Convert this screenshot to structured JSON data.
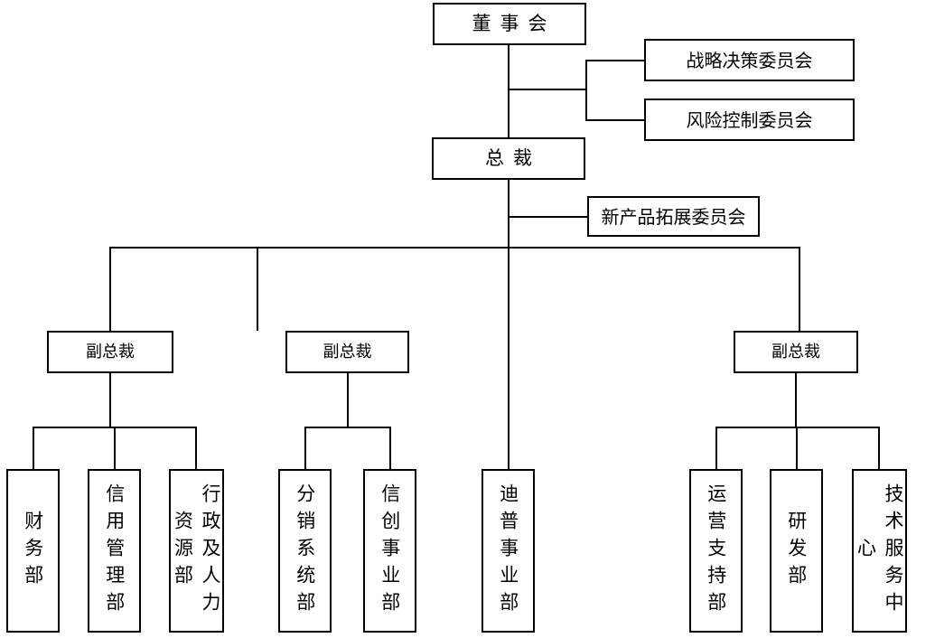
{
  "diagram": {
    "type": "organization-chart",
    "orientation": "top-down",
    "language": "zh-CN",
    "colors": {
      "background": "#ffffff",
      "box_border": "#000000",
      "connector": "#000000",
      "text": "#000000"
    }
  },
  "nodes": {
    "board": {
      "label": "董事会",
      "level": 0
    },
    "strategy_committee": {
      "label": "战略决策委员会",
      "level": 1
    },
    "risk_committee": {
      "label": "风险控制委员会",
      "level": 1
    },
    "president": {
      "label": "总裁",
      "level": 1
    },
    "new_product_committee": {
      "label": "新产品拓展委员会",
      "level": 2
    },
    "vp_left": {
      "label": "副总裁",
      "level": 2
    },
    "vp_mid": {
      "label": "副总裁",
      "level": 2
    },
    "vp_right": {
      "label": "副总裁",
      "level": 2
    },
    "finance_dept": {
      "label": "财务部",
      "level": 3
    },
    "credit_mgmt_dept": {
      "label": "信用管理部",
      "level": 3
    },
    "admin_hr_dept": {
      "label": "行政及人力资源部",
      "level": 3
    },
    "distribution_sys_dept": {
      "label": "分销系统部",
      "level": 3
    },
    "xinchuang_division": {
      "label": "信创事业部",
      "level": 3
    },
    "dptech_division": {
      "label": "迪普事业部",
      "level": 3
    },
    "ops_support_dept": {
      "label": "运营支持部",
      "level": 3
    },
    "rnd_dept": {
      "label": "研发部",
      "level": 3
    },
    "tech_service_center": {
      "label": "技术服务中心",
      "level": 3
    }
  },
  "edges": [
    {
      "from": "board",
      "to": "strategy_committee"
    },
    {
      "from": "board",
      "to": "risk_committee"
    },
    {
      "from": "board",
      "to": "president"
    },
    {
      "from": "president",
      "to": "new_product_committee"
    },
    {
      "from": "president",
      "to": "vp_left"
    },
    {
      "from": "president",
      "to": "vp_mid"
    },
    {
      "from": "president",
      "to": "vp_right"
    },
    {
      "from": "president",
      "to": "dptech_division"
    },
    {
      "from": "vp_left",
      "to": "finance_dept"
    },
    {
      "from": "vp_left",
      "to": "credit_mgmt_dept"
    },
    {
      "from": "vp_left",
      "to": "admin_hr_dept"
    },
    {
      "from": "vp_mid",
      "to": "distribution_sys_dept"
    },
    {
      "from": "vp_mid",
      "to": "xinchuang_division"
    },
    {
      "from": "vp_right",
      "to": "ops_support_dept"
    },
    {
      "from": "vp_right",
      "to": "rnd_dept"
    },
    {
      "from": "vp_right",
      "to": "tech_service_center"
    }
  ]
}
